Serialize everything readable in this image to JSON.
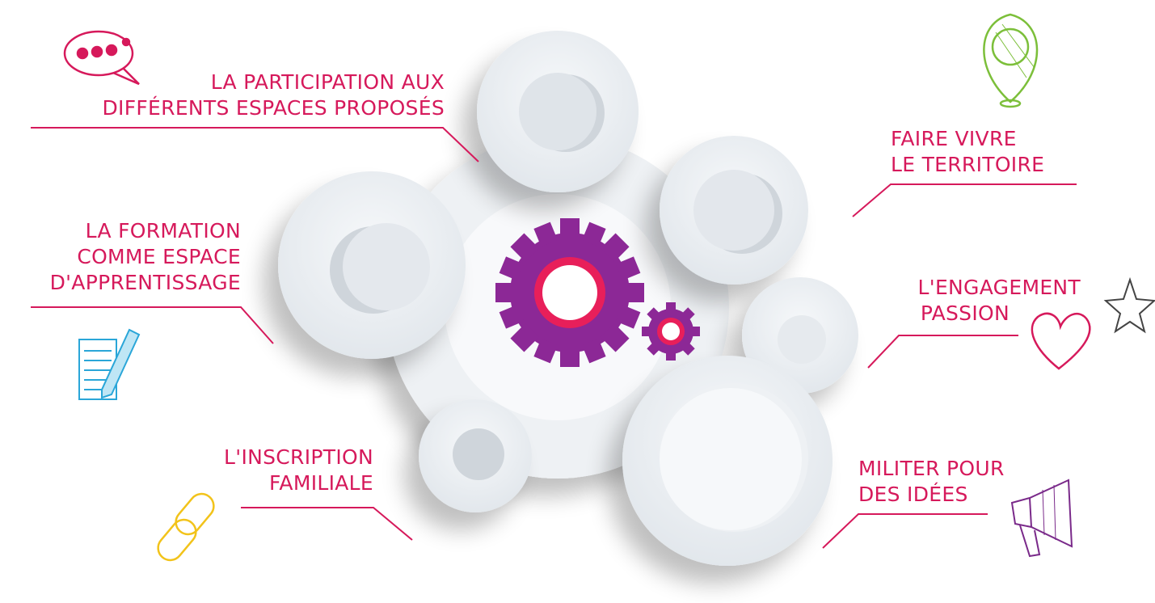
{
  "colors": {
    "accent": "#d6195b",
    "gear": "#8c2896",
    "ring": "#eaeef2"
  },
  "labels": {
    "participation": {
      "line1": "LA PARTICIPATION AUX",
      "line2": "DIFFÉRENTS ESPACES PROPOSÉS"
    },
    "formation": {
      "line1": "LA FORMATION",
      "line2": "COMME ESPACE",
      "line3": "D'APPRENTISSAGE"
    },
    "inscription": {
      "line1": "L'INSCRIPTION",
      "line2": "FAMILIALE"
    },
    "territoire": {
      "line1": "FAIRE VIVRE",
      "line2": "LE TERRITOIRE"
    },
    "engagement": {
      "line1": "L'ENGAGEMENT",
      "line2": "PASSION"
    },
    "militer": {
      "line1": "MILITER POUR",
      "line2": "DES IDÉES"
    }
  },
  "icons": [
    "speech-bubble-icon",
    "map-pin-icon",
    "notepad-pencil-icon",
    "star-icon",
    "heart-icon",
    "chain-link-icon",
    "megaphone-icon",
    "gear-icon"
  ]
}
